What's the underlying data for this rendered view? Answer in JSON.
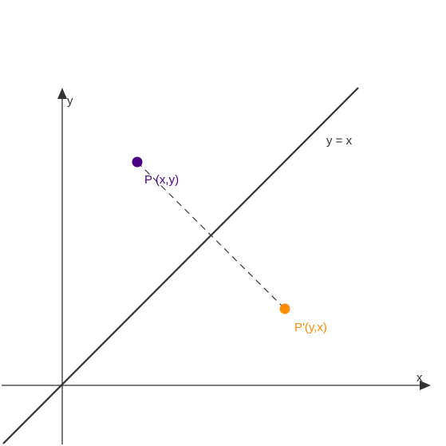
{
  "diagram": {
    "axes": {
      "x_label": "x",
      "y_label": "y",
      "color": "#333333"
    },
    "line": {
      "label": "y = x",
      "color": "#333333"
    },
    "point_p": {
      "label": "P (x,y)",
      "color": "#4b0082"
    },
    "point_p_prime": {
      "label": "P'(y,x)",
      "color": "#ff8c00"
    },
    "connector": {
      "style": "dashed",
      "color": "#333333"
    }
  }
}
